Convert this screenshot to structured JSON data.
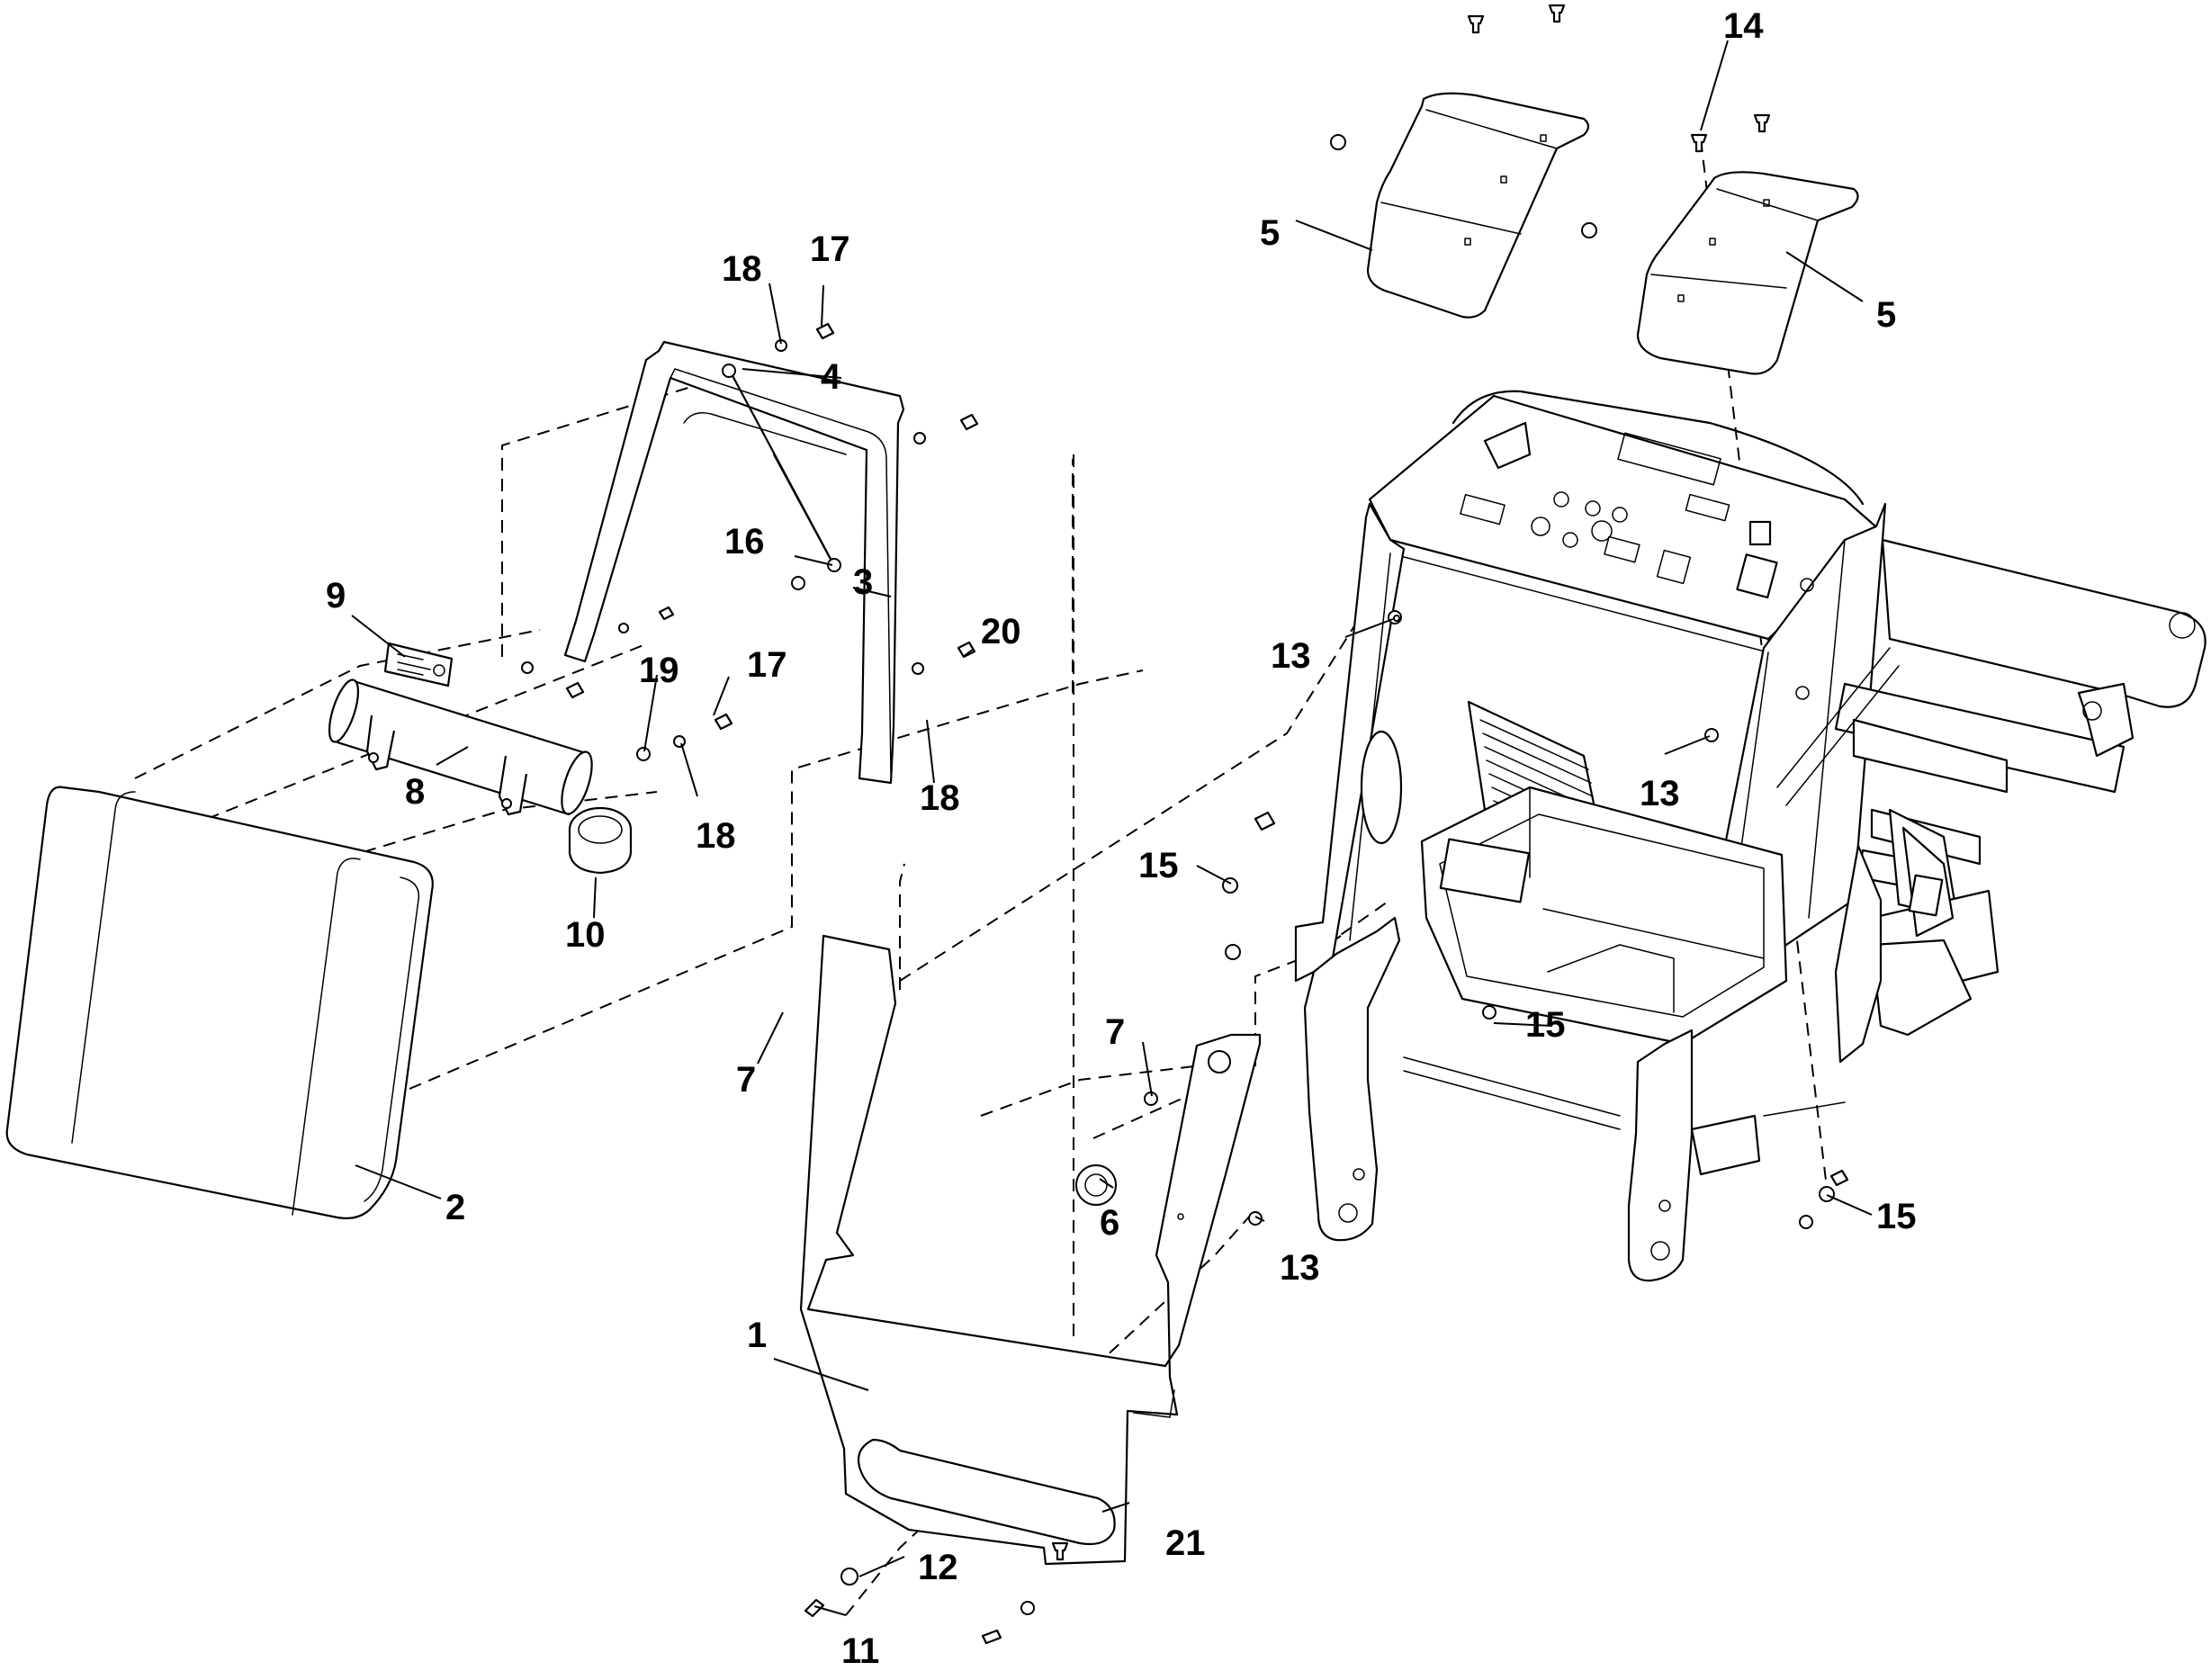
{
  "diagram": {
    "callouts": [
      {
        "id": "c1",
        "label": "1"
      },
      {
        "id": "c2",
        "label": "2"
      },
      {
        "id": "c3",
        "label": "3"
      },
      {
        "id": "c4",
        "label": "4"
      },
      {
        "id": "c5a",
        "label": "5"
      },
      {
        "id": "c5b",
        "label": "5"
      },
      {
        "id": "c6",
        "label": "6"
      },
      {
        "id": "c7a",
        "label": "7"
      },
      {
        "id": "c7b",
        "label": "7"
      },
      {
        "id": "c8",
        "label": "8"
      },
      {
        "id": "c9",
        "label": "9"
      },
      {
        "id": "c10",
        "label": "10"
      },
      {
        "id": "c11",
        "label": "11"
      },
      {
        "id": "c12",
        "label": "12"
      },
      {
        "id": "c13a",
        "label": "13"
      },
      {
        "id": "c13b",
        "label": "13"
      },
      {
        "id": "c13c",
        "label": "13"
      },
      {
        "id": "c14",
        "label": "14"
      },
      {
        "id": "c15a",
        "label": "15"
      },
      {
        "id": "c15b",
        "label": "15"
      },
      {
        "id": "c15c",
        "label": "15"
      },
      {
        "id": "c16",
        "label": "16"
      },
      {
        "id": "c17a",
        "label": "17"
      },
      {
        "id": "c17b",
        "label": "17"
      },
      {
        "id": "c18a",
        "label": "18"
      },
      {
        "id": "c18b",
        "label": "18"
      },
      {
        "id": "c18c",
        "label": "18"
      },
      {
        "id": "c19",
        "label": "19"
      },
      {
        "id": "c20",
        "label": "20"
      },
      {
        "id": "c21",
        "label": "21"
      }
    ]
  }
}
